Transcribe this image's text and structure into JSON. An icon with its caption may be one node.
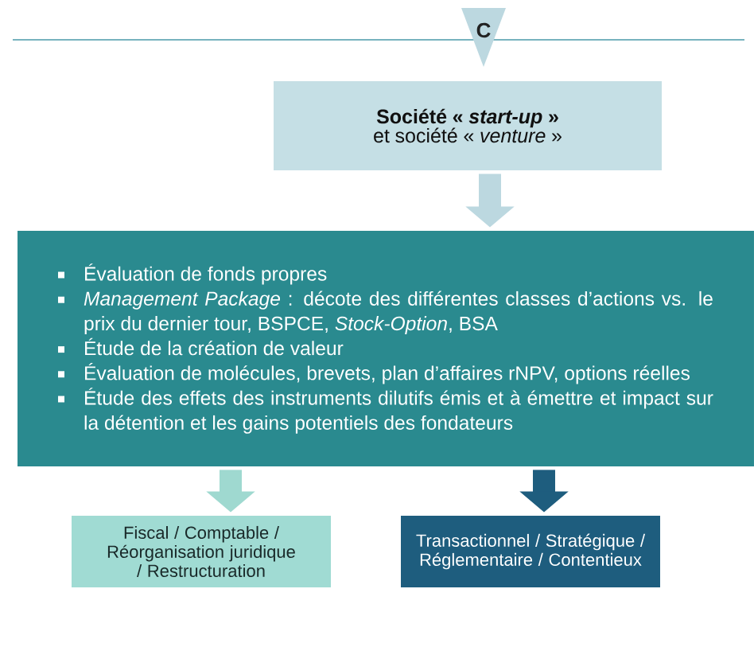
{
  "diagram": {
    "nodes": [
      {
        "text": [
          "C"
        ]
      },
      {
        "text": [
          "Société « *start-up* »",
          "et société « *venture* »"
        ]
      },
      {
        "text": [
          "Évaluation de fonds propres",
          "*Management Package* : décote des différentes classes d’actions vs. le prix du dernier tour, BSPCE, *Stock-Option*, BSA",
          "Étude de la création de valeur",
          "Évaluation de molécules, brevets, plan d’affaires rNPV, options réelles",
          "Étude des effets des instruments dilutifs émis et à émettre et impact sur la détention et les gains potentiels des fondateurs"
        ]
      },
      {
        "text": [
          "Fiscal / Comptable / Réorganisation juridique / Restructuration"
        ]
      },
      {
        "text": [
          "Transactionnel / Stratégique / Réglementaire / Contentieux"
        ]
      }
    ],
    "edges": [
      {
        "from": 1,
        "to": 2,
        "arrow": "to",
        "color": "#bcd8e0"
      },
      {
        "from": 2,
        "to": 3,
        "arrow": "to",
        "color": "#9fd9d0"
      },
      {
        "from": 2,
        "to": 4,
        "arrow": "to",
        "color": "#1e5d7e"
      }
    ]
  }
}
